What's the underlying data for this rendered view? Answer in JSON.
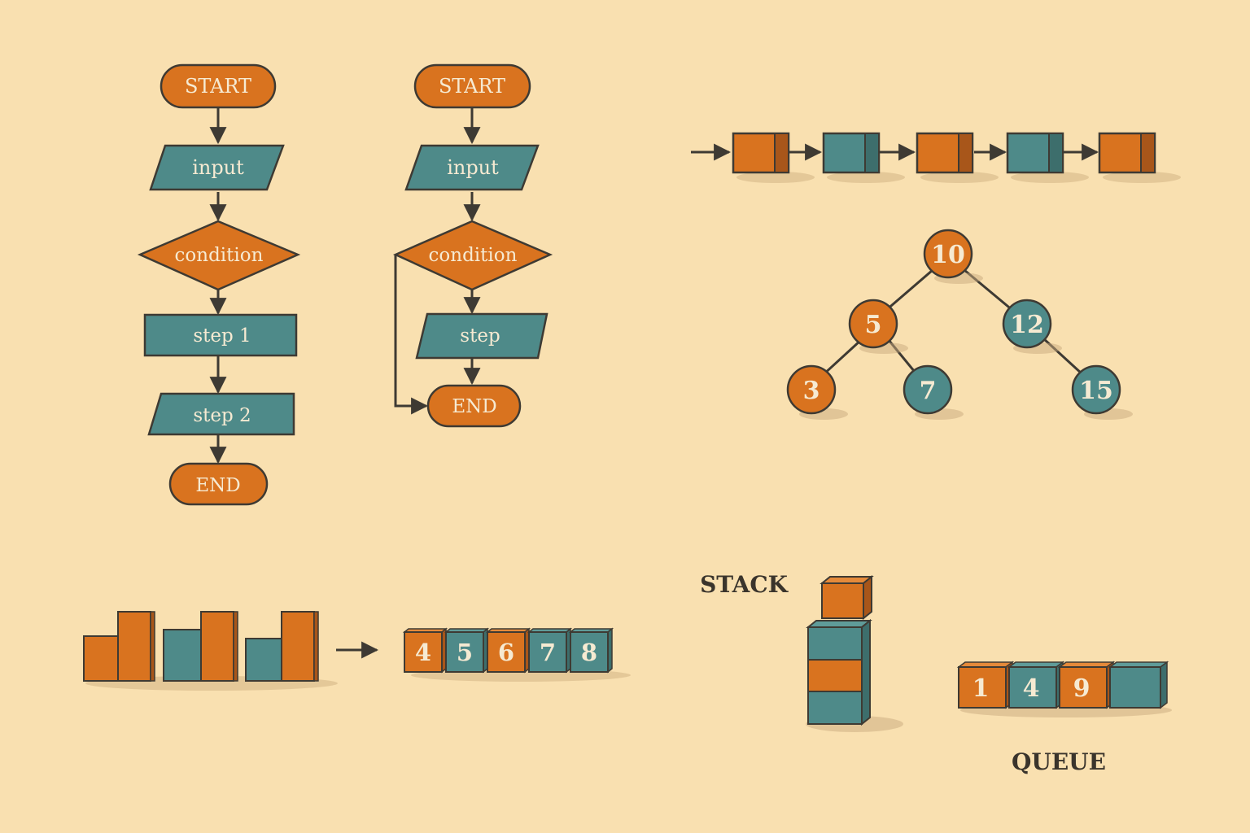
{
  "colors": {
    "background": "#f9e0b0",
    "orange": "#d9731f",
    "teal": "#4e8a89",
    "stroke": "#3e3a33",
    "label_light": "#f6ead2",
    "label_dark": "#3a342c"
  },
  "flowchart_1": {
    "start": "START",
    "input": "input",
    "condition": "condition",
    "step1": "step 1",
    "step2": "step 2",
    "end": "END"
  },
  "flowchart_2": {
    "start": "START",
    "input": "input",
    "condition": "condition",
    "step": "step",
    "end": "END"
  },
  "linked_list": {
    "node_colors": [
      "orange",
      "teal",
      "orange",
      "teal",
      "orange"
    ]
  },
  "tree": {
    "root": "10",
    "left": "5",
    "right": "12",
    "left_left": "3",
    "left_right": "7",
    "right_right": "15"
  },
  "sort": {
    "values": [
      "4",
      "5",
      "6",
      "7",
      "8"
    ]
  },
  "stack": {
    "label": "STACK"
  },
  "queue": {
    "label": "QUEUE",
    "values": [
      "1",
      "4",
      "9"
    ]
  }
}
